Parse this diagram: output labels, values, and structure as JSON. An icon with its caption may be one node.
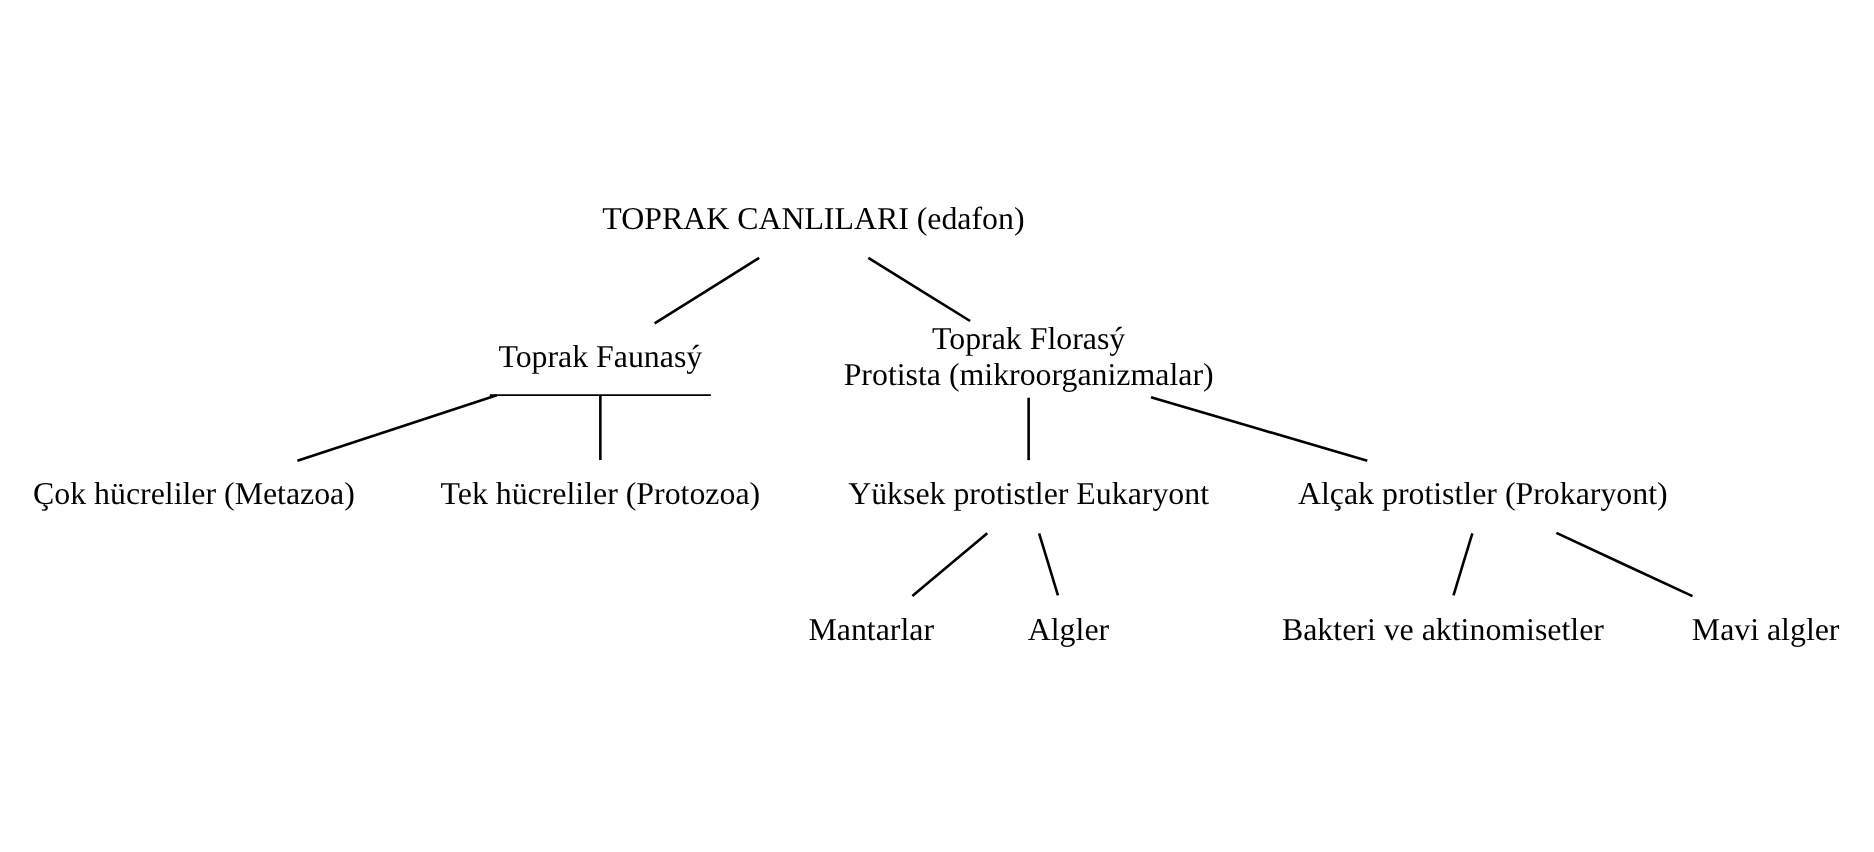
{
  "diagram": {
    "nodes": [
      {
        "text": [
          "TOPRAK CANLILARI (edafon)"
        ]
      },
      {
        "text": [
          "Toprak Faunasý"
        ]
      },
      {
        "text": [
          "Toprak Florasý",
          "Protista (mikroorganizmalar)"
        ]
      },
      {
        "text": [
          "Çok hücreliler (Metazoa)"
        ]
      },
      {
        "text": [
          "Tek hücreliler (Protozoa)"
        ]
      },
      {
        "text": [
          "Yüksek protistler Eukaryont"
        ]
      },
      {
        "text": [
          "Alçak protistler (Prokaryont)"
        ]
      },
      {
        "text": [
          "Mantarlar"
        ]
      },
      {
        "text": [
          "Algler"
        ]
      },
      {
        "text": [
          "Bakteri ve aktinomisetler"
        ]
      },
      {
        "text": [
          "Mavi algler"
        ]
      }
    ],
    "edges": [
      {
        "from": 0,
        "to": 1,
        "arrow": "none"
      },
      {
        "from": 0,
        "to": 2,
        "arrow": "none"
      },
      {
        "from": 1,
        "to": 3,
        "arrow": "none"
      },
      {
        "from": 1,
        "to": 4,
        "arrow": "none"
      },
      {
        "from": 2,
        "to": 5,
        "arrow": "none"
      },
      {
        "from": 2,
        "to": 6,
        "arrow": "none"
      },
      {
        "from": 5,
        "to": 7,
        "arrow": "none"
      },
      {
        "from": 5,
        "to": 8,
        "arrow": "none"
      },
      {
        "from": 6,
        "to": 9,
        "arrow": "none"
      },
      {
        "from": 6,
        "to": 10,
        "arrow": "none"
      }
    ]
  }
}
